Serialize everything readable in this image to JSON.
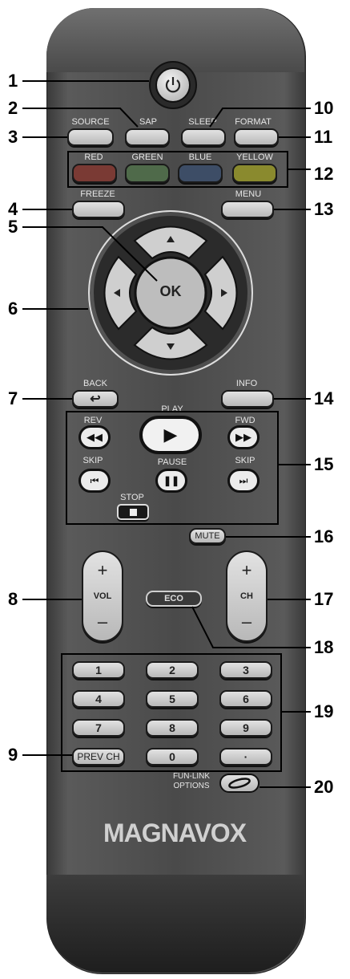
{
  "callouts": [
    "1",
    "2",
    "3",
    "4",
    "5",
    "6",
    "7",
    "8",
    "9",
    "10",
    "11",
    "12",
    "13",
    "14",
    "15",
    "16",
    "17",
    "18",
    "19",
    "20"
  ],
  "labels": {
    "source": "SOURCE",
    "sap": "SAP",
    "sleep": "SLEEP",
    "format": "FORMAT",
    "red": "RED",
    "green": "GREEN",
    "blue": "BLUE",
    "yellow": "YELLOW",
    "freeze": "FREEZE",
    "menu": "MENU",
    "ok": "OK",
    "back": "BACK",
    "info": "INFO",
    "rev": "REV",
    "play": "PLAY",
    "fwd": "FWD",
    "skip_left": "SKIP",
    "pause": "PAUSE",
    "skip_right": "SKIP",
    "stop": "STOP",
    "mute": "MUTE",
    "vol": "VOL",
    "ch": "CH",
    "eco": "ECO",
    "prev_ch": "PREV CH",
    "fun_link": "FUN-LINK",
    "options": "OPTIONS",
    "plus": "+",
    "minus": "–"
  },
  "digits": [
    "1",
    "2",
    "3",
    "4",
    "5",
    "6",
    "7",
    "8",
    "9",
    "0",
    "·"
  ],
  "brand": "MAGNAVOX",
  "colors": {
    "red": "#7a3a34",
    "green": "#4f6a4a",
    "blue": "#3d4d66",
    "yellow": "#8a8a2e"
  }
}
